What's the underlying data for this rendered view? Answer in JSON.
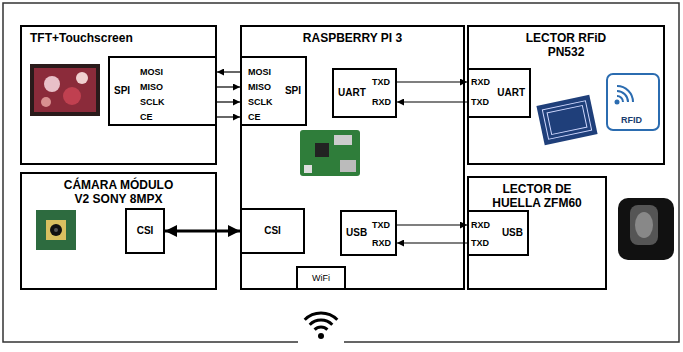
{
  "diagram": {
    "nodes": [
      {
        "text": [
          "TFT+Touchscreen"
        ]
      },
      {
        "text": [
          "SPI"
        ],
        "in": 0
      },
      {
        "text": [
          "RASPBERRY PI 3"
        ]
      },
      {
        "text": [
          "SPI"
        ],
        "in": 2
      },
      {
        "text": [
          "UART"
        ],
        "in": 2
      },
      {
        "text": [
          "CSI"
        ],
        "in": 2
      },
      {
        "text": [
          "USB"
        ],
        "in": 2
      },
      {
        "text": [
          "WiFi"
        ],
        "in": 2
      },
      {
        "text": [
          "LECTOR RFiD PN532"
        ]
      },
      {
        "text": [
          "UART"
        ],
        "in": 8
      },
      {
        "text": [
          "CÁMARA MÓDULO V2 SONY 8MPX"
        ]
      },
      {
        "text": [
          "CSI"
        ],
        "in": 10
      },
      {
        "text": [
          "LECTOR DE HUELLA ZFM60"
        ]
      },
      {
        "text": [
          "USB"
        ],
        "in": 12
      }
    ],
    "edges": [
      {
        "from": 3,
        "to": 1,
        "arrow": "to"
      },
      {
        "from": 1,
        "to": 3,
        "arrow": "to"
      },
      {
        "from": 1,
        "to": 3,
        "arrow": "to"
      },
      {
        "from": 1,
        "to": 3,
        "arrow": "to"
      },
      {
        "from": 4,
        "to": 9,
        "arrow": "to"
      },
      {
        "from": 9,
        "to": 4,
        "arrow": "to"
      },
      {
        "from": 6,
        "to": 13,
        "arrow": "to"
      },
      {
        "from": 13,
        "to": 6,
        "arrow": "to"
      },
      {
        "from": 11,
        "to": 5,
        "arrow": "both"
      }
    ],
    "labels": [
      "MOSI",
      "MISO",
      "SCLK",
      "CE",
      "MOSI",
      "MISO",
      "SCLK",
      "CE",
      "TXD",
      "RXD",
      "RXD",
      "TXD",
      "TXD",
      "RXD",
      "RXD",
      "TXD",
      "RFID"
    ]
  }
}
